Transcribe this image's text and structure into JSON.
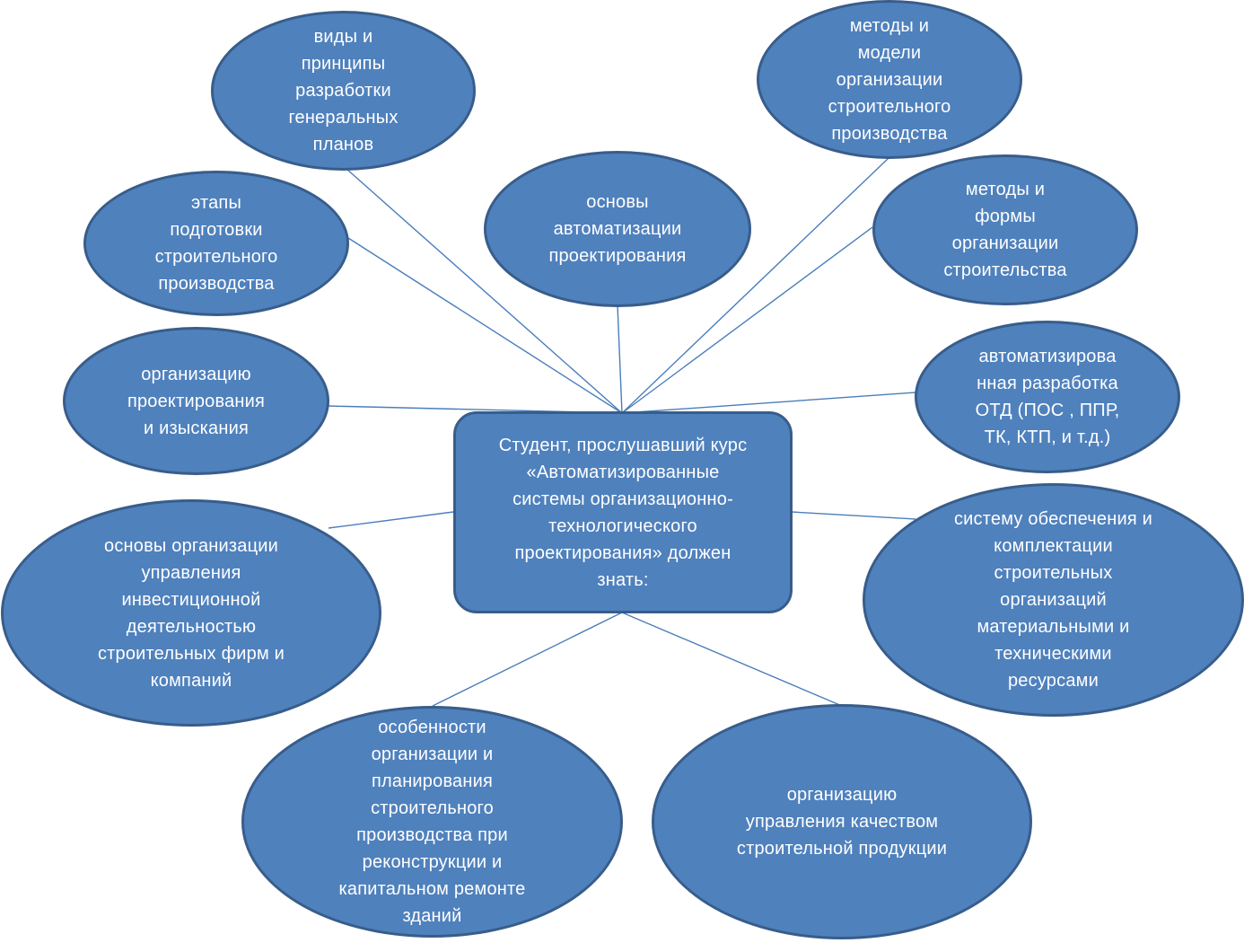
{
  "colors": {
    "fill": "#4f81bd",
    "border": "#385d8a",
    "connector": "#4a7ebb",
    "text": "#ffffff"
  },
  "center": {
    "text": "Студент, прослушавший курс\n«Автоматизированные\nсистемы организационно-\nтехнологического\nпроектирования» должен\nзнать:"
  },
  "nodes": {
    "general_plans": "виды и\nпринципы\nразработки\nгенеральных\nпланов",
    "methods_models": "методы и\nмодели\nорганизации\nстроительного\nпроизводства",
    "prep_stages": "этапы\nподготовки\nстроительного\nпроизводства",
    "design_automation": "основы\nавтоматизации\nпроектирования",
    "methods_forms": "методы и\nформы\nорганизации\nстроительства",
    "design_survey": "организацию\nпроектирования\nи изыскания",
    "otd_development": "автоматизирова\nнная разработка\nОТД (ПОС , ППР,\nТК, КТП, и т.д.)",
    "investment_management": "основы организации\nуправления\nинвестиционной\nдеятельностью\nстроительных фирм и\nкомпаний",
    "supply_system": "систему обеспечения и\nкомплектации\nстроительных\nорганизаций\nматериальными и\nтехническими\nресурсами",
    "reconstruction": "особенности\nорганизации и\nпланирования\nстроительного\nпроизводства при\nреконструкции и\nкапитальном ремонте\nзданий",
    "quality_management": "организацию\nуправления качеством\nстроительной продукции"
  }
}
